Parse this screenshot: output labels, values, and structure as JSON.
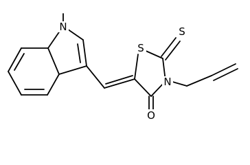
{
  "molecule": {
    "atoms": {
      "indole_n": "N",
      "ring_s": "S",
      "thione_s": "S",
      "ring_n": "N",
      "carbonyl_o": "O"
    }
  },
  "colors": {
    "bond": "#000000",
    "label": "#000000",
    "background": "#ffffff"
  }
}
